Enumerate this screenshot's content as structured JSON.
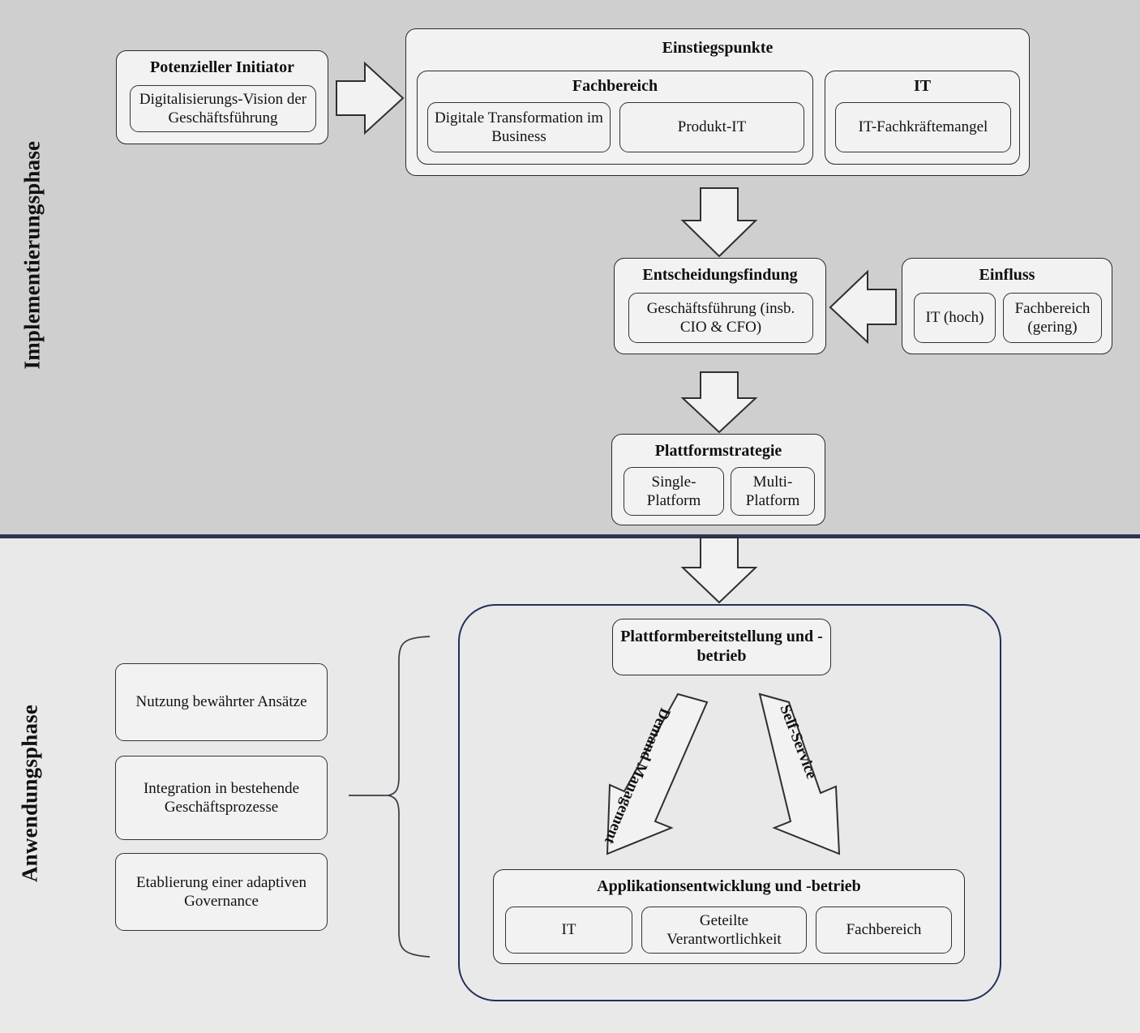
{
  "phases": {
    "implementation": "Implementierungsphase",
    "application": "Anwendungsphase"
  },
  "colors": {
    "band_implementation": "#d0cfd0",
    "band_application": "#e9e9e9",
    "divider": "#2b3652",
    "box_fill": "#f2f2f2",
    "box_border": "#2a2a2a",
    "navy_container_border": "#22305a"
  },
  "implementation": {
    "initiator": {
      "title": "Potenzieller Initiator",
      "items": [
        "Digitalisierungs-Vision der Geschäftsführung"
      ]
    },
    "entry_points": {
      "title": "Einstiegspunkte",
      "groups": [
        {
          "title": "Fachbereich",
          "items": [
            "Digitale Transformation im Business",
            "Produkt-IT"
          ]
        },
        {
          "title": "IT",
          "items": [
            "IT-Fachkräftemangel"
          ]
        }
      ]
    },
    "decision": {
      "title": "Entscheidungsfindung",
      "items": [
        "Geschäftsführung (insb. CIO & CFO)"
      ]
    },
    "influence": {
      "title": "Einfluss",
      "items": [
        "IT (hoch)",
        "Fachbereich (gering)"
      ]
    },
    "platform_strategy": {
      "title": "Plattformstrategie",
      "items": [
        "Single- Platform",
        "Multi- Platform"
      ]
    }
  },
  "application": {
    "side_notes": [
      "Nutzung bewährter Ansätze",
      "Integration in bestehende Geschäftsprozesse",
      "Etablierung einer adaptiven Governance"
    ],
    "platform_operation": {
      "title": "Plattformbereitstellung und -betrieb"
    },
    "flow_labels": [
      "Demand Management",
      "Self-Service"
    ],
    "app_development": {
      "title": "Applikationsentwicklung und -betrieb",
      "items": [
        "IT",
        "Geteilte Verantwortlichkeit",
        "Fachbereich"
      ]
    }
  },
  "icons": {
    "arrow_right": "block-arrow-right-icon",
    "arrow_down": "block-arrow-down-icon",
    "arrow_left": "block-arrow-left-icon",
    "arrow_diag_left": "block-arrow-diagonal-left-icon",
    "arrow_diag_right": "block-arrow-diagonal-right-icon",
    "brace": "curly-brace-icon"
  }
}
